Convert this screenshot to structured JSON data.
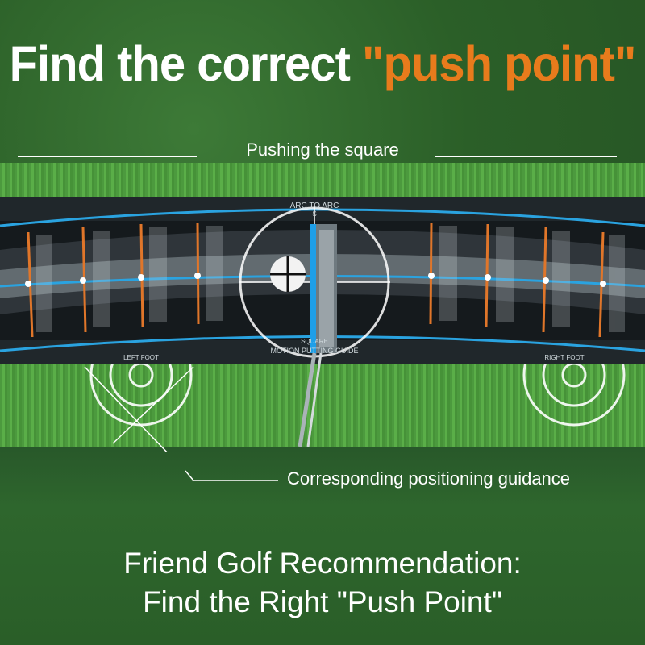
{
  "headline": {
    "text": "Find the correct",
    "highlight": "\"push point\""
  },
  "subtitle": "Pushing the square",
  "guidance_label": "Corresponding positioning guidance",
  "recommendation": {
    "line1": "Friend Golf Recommendation:",
    "line2": "Find the Right \"Push Point\""
  },
  "mat": {
    "top_label": "ARC TO ARC",
    "top_sub": "S",
    "bottom_label": "MOTION PUTTING GUIDE",
    "bottom_label_top": "SQUARE",
    "left_foot_label": "LEFT FOOT",
    "right_foot_label": "RIGHT FOOT"
  },
  "colors": {
    "highlight": "#e87b1c",
    "arc_blue": "#2aa3e0",
    "marker_orange": "#e0762a",
    "putter_blue": "#1e9fe8"
  },
  "icons": [
    "golf-ball-icon",
    "putter-icon",
    "target-circle-icon",
    "foot-target-icon"
  ]
}
